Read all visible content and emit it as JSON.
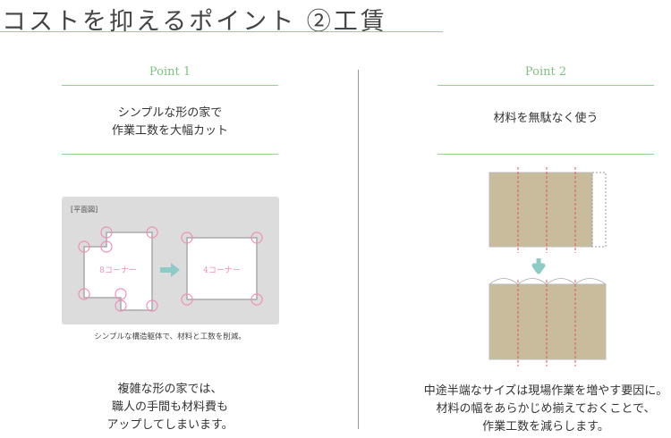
{
  "title": "コストを抑えるポイント ②工賃",
  "left": {
    "point": "Point 1",
    "heading": [
      "シンプルな形の家で",
      "作業工数を大幅カット"
    ],
    "diagram": {
      "label": "[平面図]",
      "before": "8コーナー",
      "after": "4コーナー"
    },
    "caption": "シンプルな構造躯体で、材料と工数を削減。",
    "body": [
      "複雑な形の家では、",
      "職人の手間も材料費も",
      "アップしてしまいます。"
    ]
  },
  "right": {
    "point": "Point 2",
    "heading": [
      "材料を無駄なく使う"
    ],
    "body": [
      "中途半端なサイズは現場作業を増やす要因に。",
      "材料の幅をあらかじめ揃えておくことで、",
      "作業工数を減らします。"
    ]
  },
  "colors": {
    "accent": "#8fd38f",
    "corner": "#f08fb8",
    "arrow": "#8ccbc6",
    "material": "#c8bc9c",
    "cut": "#e05a5a"
  }
}
